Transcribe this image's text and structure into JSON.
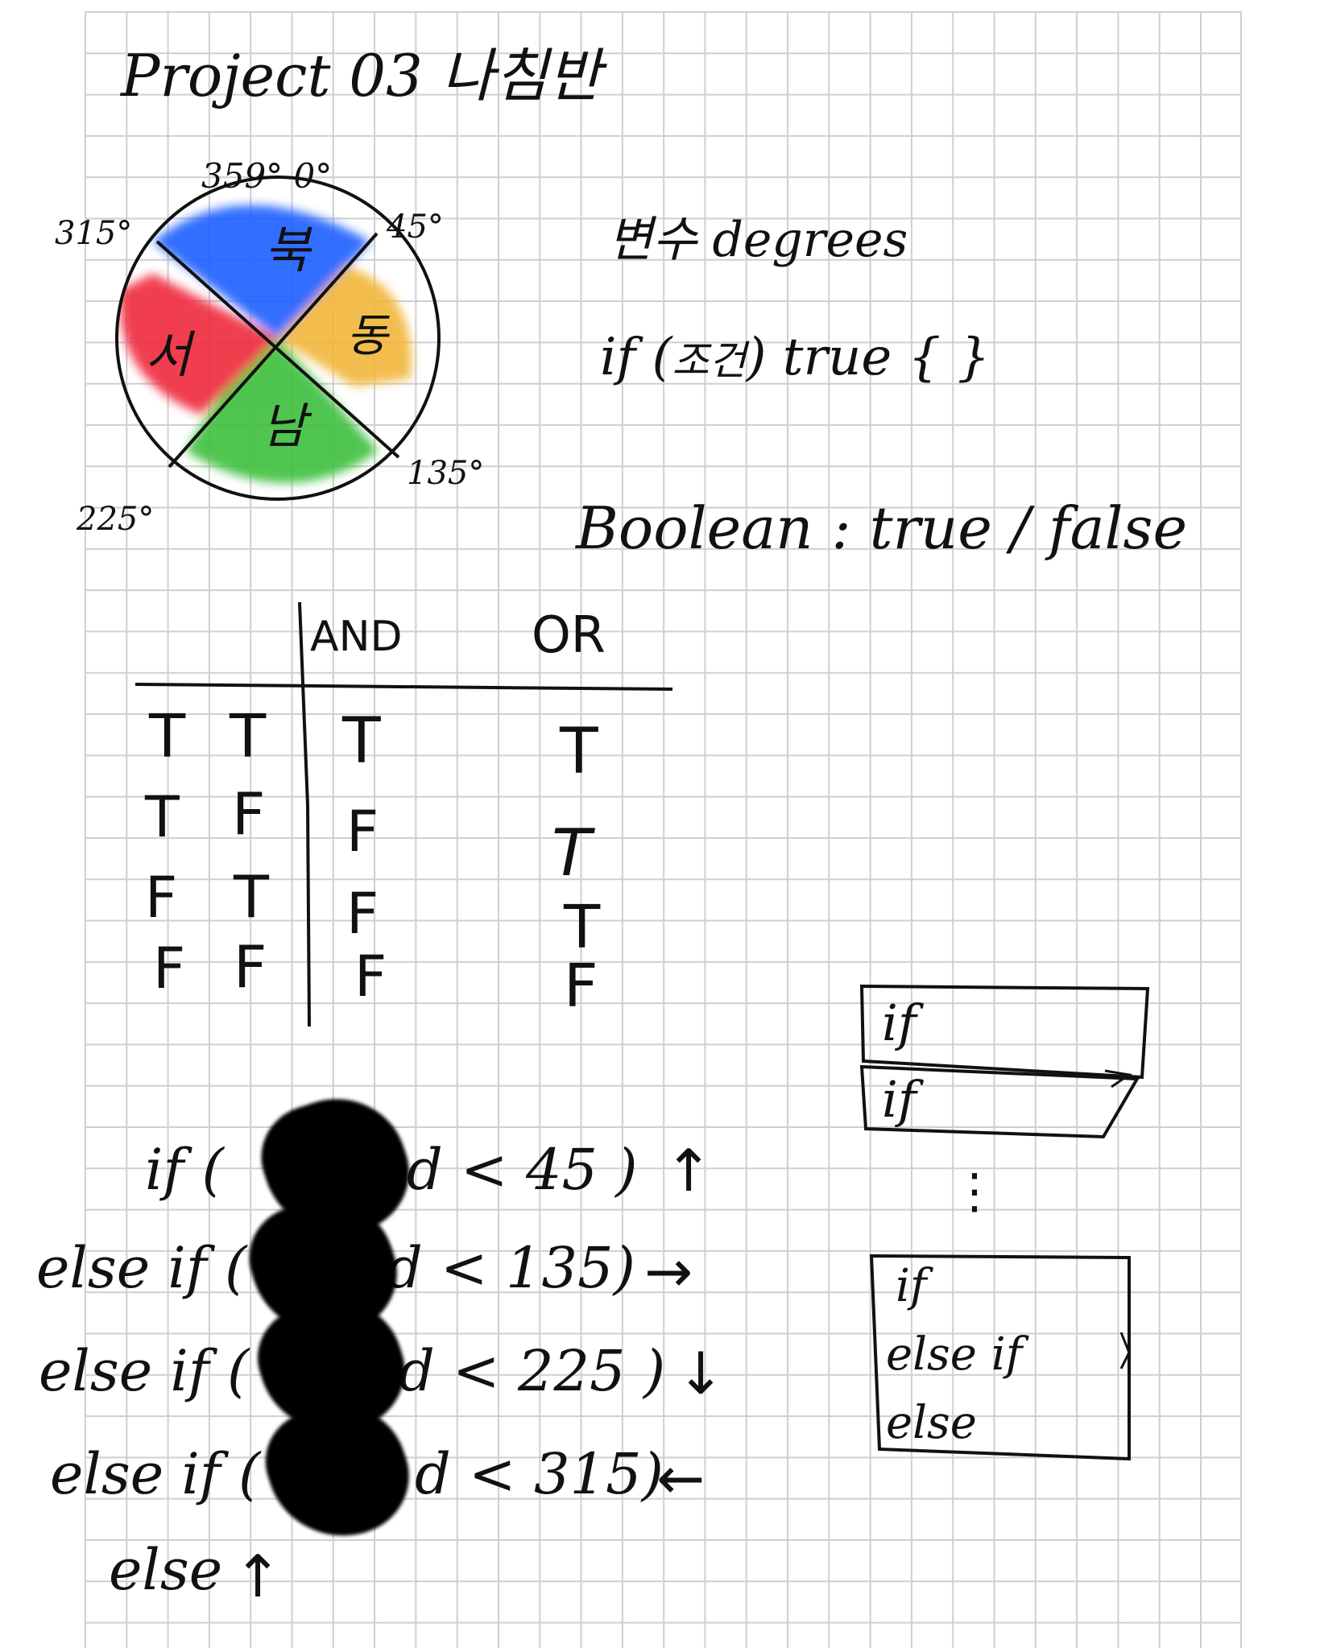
{
  "title": "Project 03 나침반",
  "compass": {
    "angles": {
      "top": "359° 0°",
      "top_right": "45°",
      "top_left": "315°",
      "bottom_right": "135°",
      "bottom_left": "225°"
    },
    "sectors": [
      {
        "label": "북",
        "color": "#1f5fff"
      },
      {
        "label": "동",
        "color": "#f2b63a"
      },
      {
        "label": "남",
        "color": "#3cbf3c"
      },
      {
        "label": "서",
        "color": "#ef2b3c"
      }
    ]
  },
  "notes": {
    "variable": "변수 degrees",
    "if_prefix": "if (",
    "if_cond": "조건",
    "if_suffix": ") true {  }",
    "boolean": "Boolean : true / false"
  },
  "truth_table": {
    "headers": [
      "AND",
      "OR"
    ],
    "rows": [
      {
        "a": "T",
        "b": "T",
        "and": "T",
        "or": "T"
      },
      {
        "a": "T",
        "b": "F",
        "and": "F",
        "or": "T"
      },
      {
        "a": "F",
        "b": "T",
        "and": "F",
        "or": "T"
      },
      {
        "a": "F",
        "b": "F",
        "and": "F",
        "or": "F"
      }
    ]
  },
  "code_lines": [
    {
      "prefix": "if (",
      "middle": "d < 45 )",
      "arrow": "↑"
    },
    {
      "prefix": "else if (",
      "middle": "d < 135)",
      "arrow": "→"
    },
    {
      "prefix": "else if (",
      "middle": "d < 225 )",
      "arrow": "↓"
    },
    {
      "prefix": "else if (",
      "middle": "d < 315)",
      "arrow": "←"
    },
    {
      "prefix": "else",
      "middle": "",
      "arrow": "↑"
    }
  ],
  "diagram": {
    "top_boxes": [
      "if",
      "if"
    ],
    "ellipsis": "⋮",
    "chain": [
      "if",
      "else if",
      "else"
    ]
  }
}
